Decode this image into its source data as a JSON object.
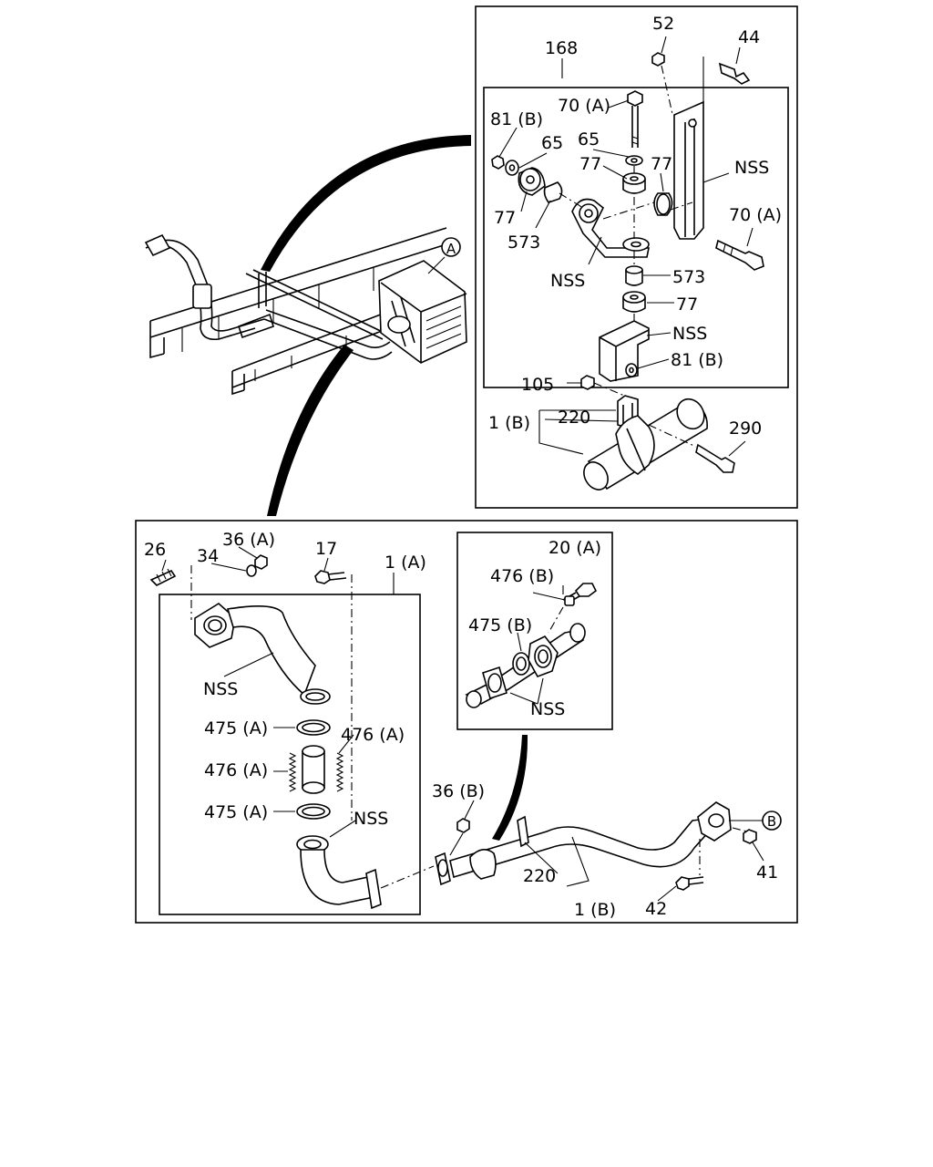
{
  "callouts": {
    "detail_a": "A",
    "detail_b": "B"
  },
  "mount_detail": {
    "p168": "168",
    "p52": "52",
    "p44": "44",
    "p70a_top": "70 (A)",
    "p81b_top": "81 (B)",
    "p65_left": "65",
    "p65_right": "65",
    "p77_center": "77",
    "p77_right": "77",
    "p77_left": "77",
    "nss_right": "NSS",
    "p70a_right": "70 (A)",
    "p573_left": "573",
    "nss_center": "NSS",
    "p573_right": "573",
    "p77_lower": "77",
    "nss_lower": "NSS",
    "p81b_lower": "81 (B)",
    "p105": "105",
    "p220": "220",
    "p1b": "1 (B)",
    "p290": "290"
  },
  "pipe_detail": {
    "p26": "26",
    "p36a": "36 (A)",
    "p34": "34",
    "p17": "17",
    "p1a": "1 (A)",
    "nss_elbow": "NSS",
    "p475a_top": "475 (A)",
    "p476a_right": "476 (A)",
    "p476a_left": "476 (A)",
    "p475a_bottom": "475 (A)",
    "nss_flange": "NSS",
    "p36b": "36 (B)",
    "p220": "220",
    "p1b": "1 (B)",
    "p42": "42",
    "p41": "41"
  },
  "joint_detail": {
    "p20a": "20 (A)",
    "p476b": "476 (B)",
    "p475b": "475 (B)",
    "nss": "NSS"
  }
}
